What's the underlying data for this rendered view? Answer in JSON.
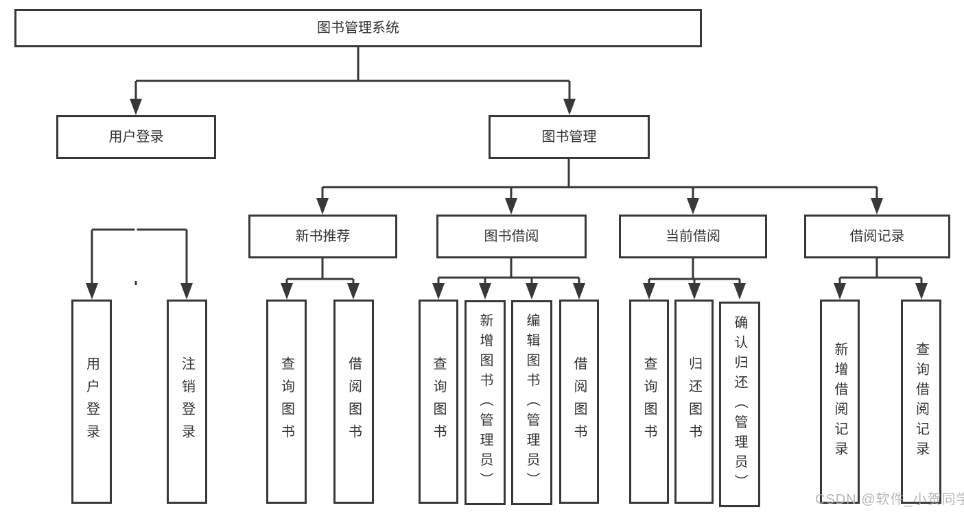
{
  "diagram": {
    "root": {
      "label": "图书管理系统"
    },
    "branches": [
      {
        "label": "用户登录",
        "children": [
          {
            "label": "用户登录"
          },
          {
            "label": "注销登录"
          }
        ]
      },
      {
        "label": "图书管理",
        "children": [
          {
            "label": "新书推荐",
            "children": [
              {
                "label": "查询图书"
              },
              {
                "label": "借阅图书"
              }
            ]
          },
          {
            "label": "图书借阅",
            "children": [
              {
                "label": "查询图书"
              },
              {
                "label": "新增图书（管理员）"
              },
              {
                "label": "编辑图书（管理员）"
              },
              {
                "label": "借阅图书"
              }
            ]
          },
          {
            "label": "当前借阅",
            "children": [
              {
                "label": "查询图书"
              },
              {
                "label": "归还图书"
              },
              {
                "label": "确认归还（管理员）"
              }
            ]
          },
          {
            "label": "借阅记录",
            "children": [
              {
                "label": "新增借阅记录"
              },
              {
                "label": "查询借阅记录"
              }
            ]
          }
        ]
      }
    ]
  },
  "watermark": {
    "text": "CSDN @软件_小贺同学"
  },
  "colors": {
    "line": "#383838",
    "text": "#333333",
    "watermark": "#aaaaaa",
    "background": "#ffffff"
  }
}
